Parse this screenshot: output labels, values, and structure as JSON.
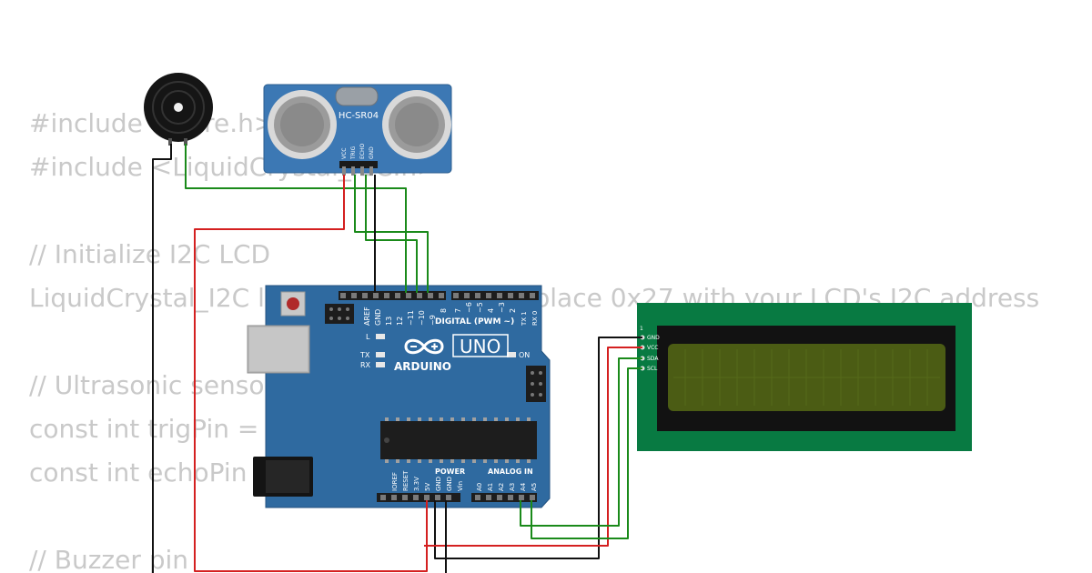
{
  "background_code": [
    "#include <Wire.h>",
    "#include <LiquidCrystal_I2C.h>",
    "",
    "// Initialize I2C LCD",
    "LiquidCrystal_I2C lcd(0x27, 16, 2); // Replace 0x27 with your LCD's I2C address",
    "",
    "// Ultrasonic sensor pins",
    "const int trigPin = 9;",
    "const int echoPin = 10;",
    "",
    "// Buzzer pin"
  ],
  "sensor": {
    "model": "HC-SR04",
    "pins": [
      "VCC",
      "TRIG",
      "ECHO",
      "GND"
    ]
  },
  "arduino": {
    "brand": "ARDUINO",
    "model": "UNO",
    "digital_label": "DIGITAL (PWM ~)",
    "digital_pins": [
      "AREF",
      "GND",
      "13",
      "12",
      "~11",
      "~10",
      "~9",
      "8",
      "7",
      "~6",
      "~5",
      "4",
      "~3",
      "2",
      "TX 1",
      "RX 0"
    ],
    "power_label": "POWER",
    "power_pins": [
      "IOREF",
      "RESET",
      "3.3V",
      "5V",
      "GND",
      "GND",
      "Vin"
    ],
    "analog_label": "ANALOG IN",
    "analog_pins": [
      "A0",
      "A1",
      "A2",
      "A3",
      "A4",
      "A5"
    ],
    "led_l": "L",
    "led_tx": "TX",
    "led_rx": "RX",
    "led_on": "ON"
  },
  "lcd": {
    "pin_one": "1",
    "pins": [
      "GND",
      "VCC",
      "SDA",
      "SCL"
    ]
  },
  "colors": {
    "sensor_board": "#3c78b4",
    "arduino_board": "#2f6aa0",
    "lcd_board": "#087a42",
    "lcd_screen": "#4b5c14",
    "wire_red": "#d42020",
    "wire_green": "#1a8a1a",
    "wire_black": "#111111"
  }
}
